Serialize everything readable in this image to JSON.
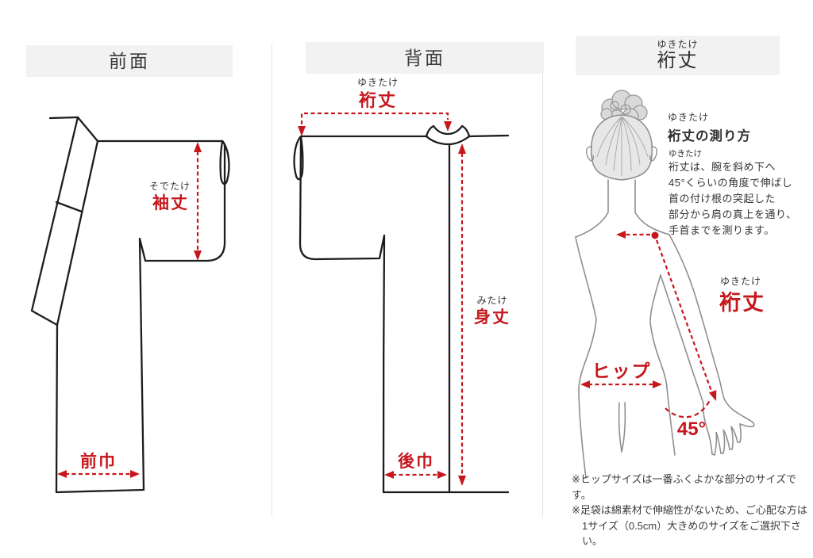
{
  "colors": {
    "accent_red": "#c6171c",
    "kimono_outline": "#1d1d1d",
    "figure_outline": "#8f8f8f",
    "header_bg": "#f2f2f2",
    "divider": "#e2e2e2"
  },
  "panels": {
    "front": {
      "header": "前面",
      "sleeve_length": {
        "furigana": "そでたけ",
        "label": "袖丈"
      },
      "front_width": {
        "label": "前巾"
      }
    },
    "back": {
      "header": "背面",
      "yuki": {
        "furigana": "ゆきたけ",
        "label": "裄丈"
      },
      "body_length": {
        "furigana": "みたけ",
        "label": "身丈"
      },
      "back_width": {
        "label": "後巾"
      }
    },
    "yuki": {
      "header": {
        "furigana": "ゆきたけ",
        "label": "裄丈"
      },
      "howto": {
        "furigana": "ゆきたけ",
        "title": "裄丈の測り方",
        "body_furigana": "ゆきたけ",
        "lines": [
          "裄丈は、腕を斜め下へ",
          "45°くらいの角度で伸ばし",
          "首の付け根の突起した",
          "部分から肩の真上を通り、",
          "手首までを測ります。"
        ]
      },
      "yuki_label": {
        "furigana": "ゆきたけ",
        "label": "裄丈"
      },
      "hip_label": "ヒップ",
      "angle_label": "45°",
      "notes": [
        "※ヒップサイズは一番ふくよかな部分のサイズです。",
        "※足袋は綿素材で伸縮性がないため、ご心配な方は",
        "1サイズ（0.5cm）大きめのサイズをご選択下さい。"
      ]
    }
  }
}
